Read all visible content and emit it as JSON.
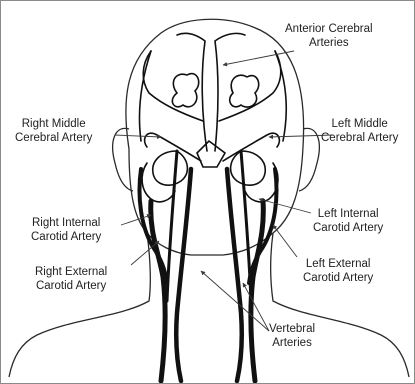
{
  "labels": {
    "anterior_cerebral": [
      "Anterior Cerebral",
      "Arteries"
    ],
    "right_middle_cerebral": [
      "Right Middle",
      "Cerebral Artery"
    ],
    "left_middle_cerebral": [
      "Left Middle",
      "Cerebral Artery"
    ],
    "right_internal_carotid": [
      "Right Internal",
      "Carotid Artery"
    ],
    "left_internal_carotid": [
      "Left Internal",
      "Carotid  Artery"
    ],
    "right_external_carotid": [
      "Right External",
      "Carotid  Artery"
    ],
    "left_external_carotid": [
      "Left External",
      "Carotid  Artery"
    ],
    "vertebral": [
      "Vertebral",
      "Arteries"
    ]
  },
  "colors": {
    "outline": "#2a2a2a",
    "vessel": "#111111",
    "leader": "#3a3a3a",
    "text": "#222222",
    "frame": "#8a8a8a"
  }
}
